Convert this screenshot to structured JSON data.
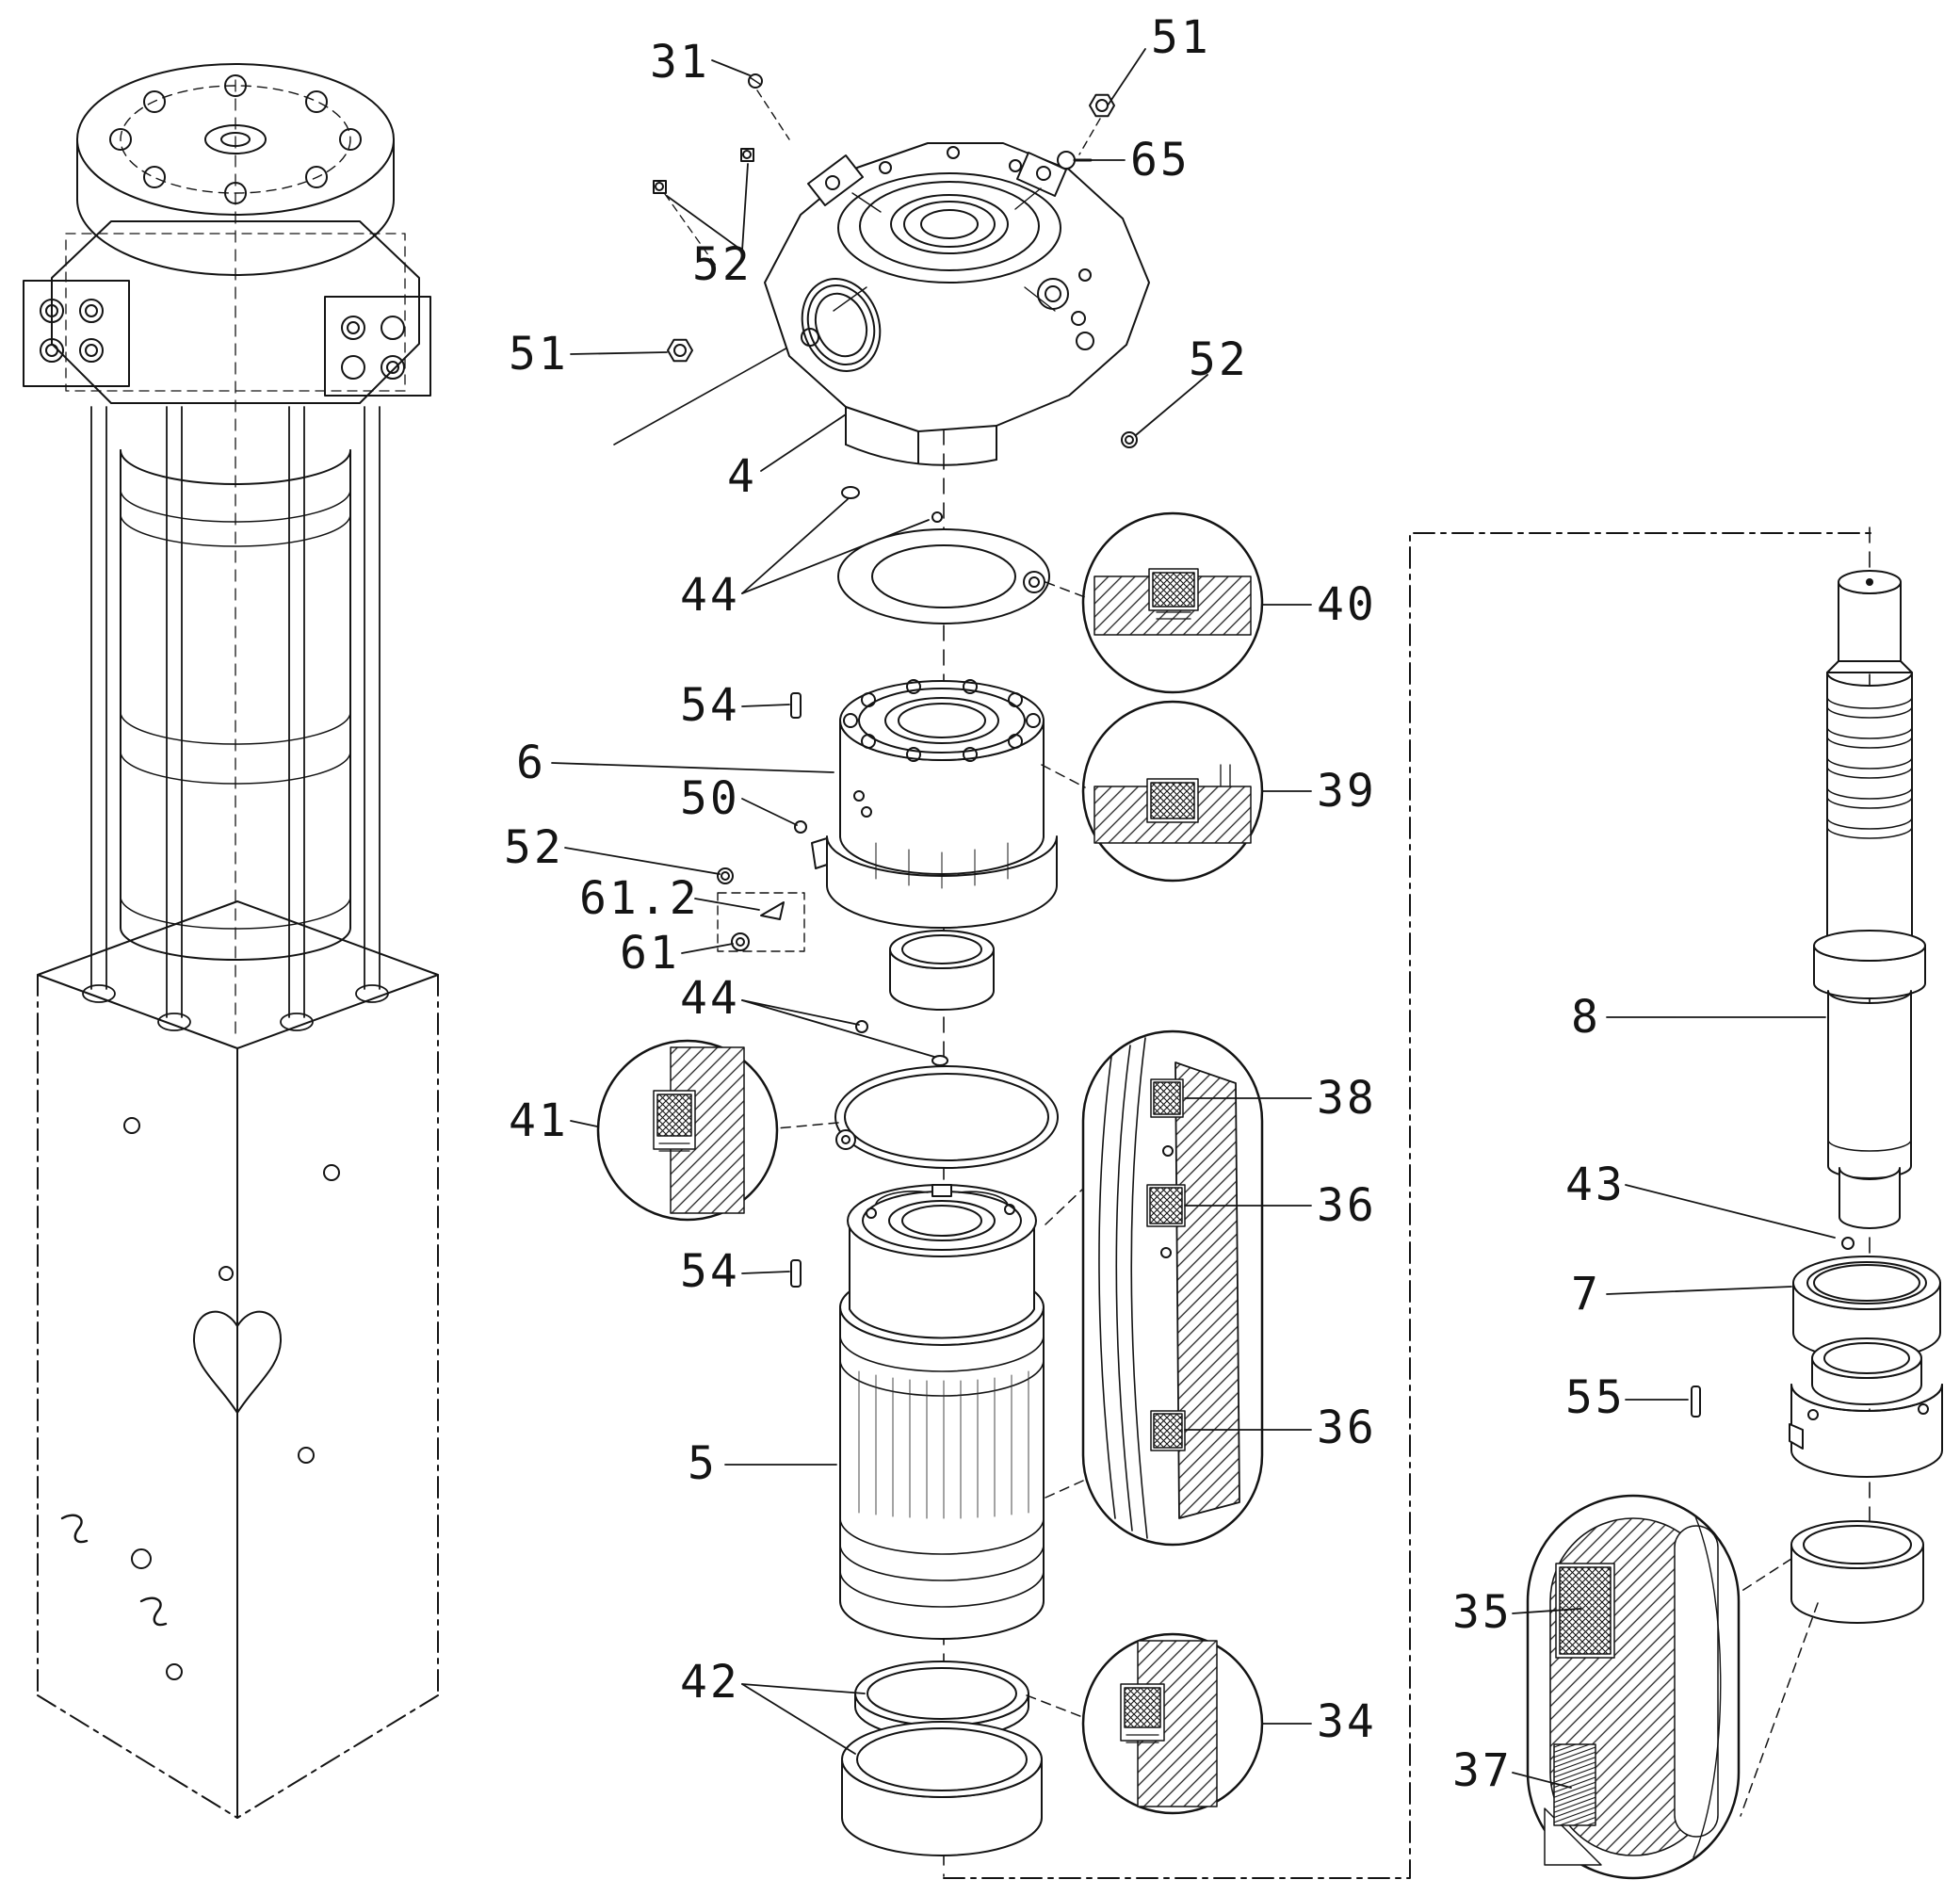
{
  "diagram": {
    "kind": "exploded-parts-view",
    "colors": {
      "line": "#141414",
      "background": "#ffffff",
      "hatch": "#222222"
    }
  },
  "labels": {
    "l51_top": "51",
    "l31": "31",
    "l65": "65",
    "l52_top": "52",
    "l51_left": "51",
    "l52_right": "52",
    "l4": "4",
    "l44_top": "44",
    "l40": "40",
    "l54_top": "54",
    "l6": "6",
    "l39": "39",
    "l50": "50",
    "l52_mid": "52",
    "l61_2": "61.2",
    "l61": "61",
    "l44_mid": "44",
    "l41": "41",
    "l8": "8",
    "l38": "38",
    "l36_top": "36",
    "l43": "43",
    "l7": "7",
    "l54_bot": "54",
    "l36_bot": "36",
    "l55": "55",
    "l5": "5",
    "l35": "35",
    "l42": "42",
    "l34": "34",
    "l37": "37"
  }
}
